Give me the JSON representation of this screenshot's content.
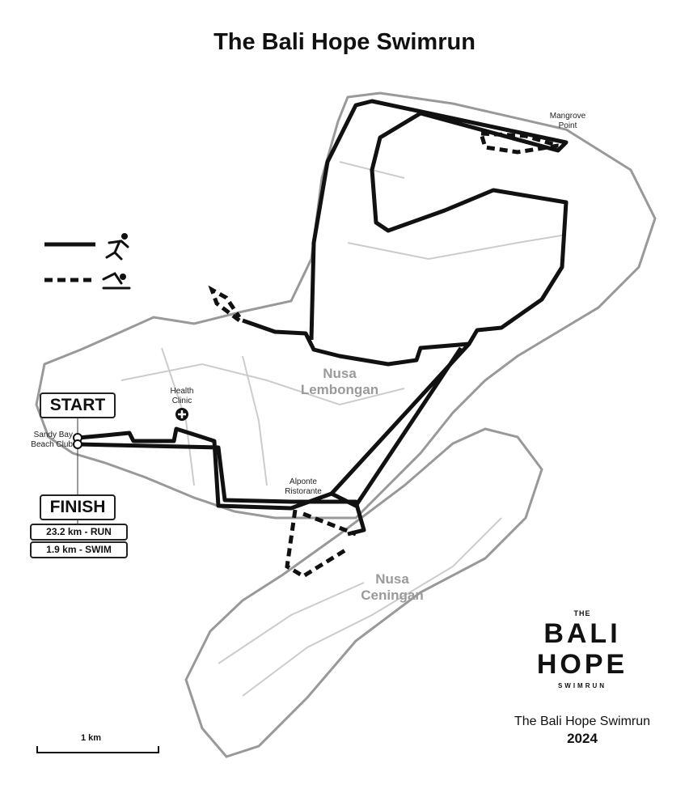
{
  "title": "The Bali Hope Swimrun",
  "legend": {
    "run_icon": "runner-icon",
    "swim_icon": "swimmer-icon"
  },
  "places": {
    "lembongan": "Nusa Lembongan",
    "ceningan": "Nusa Ceningan"
  },
  "labels": {
    "mangrove": "Mangrove Point",
    "health": "Health Clinic",
    "sandy": "Sandy Bay Beach Club",
    "alponte": "Alponte Ristorante"
  },
  "start": "START",
  "finish": "FINISH",
  "run_distance": "23.2 km - RUN",
  "swim_distance": "1.9 km - SWIM",
  "scale": "1 km",
  "logo": {
    "the": "THE",
    "line1": "BALI",
    "line2": "HOPE",
    "line3": "SWIMRUN"
  },
  "footer": {
    "name": "The Bali Hope Swimrun",
    "year": "2024"
  }
}
